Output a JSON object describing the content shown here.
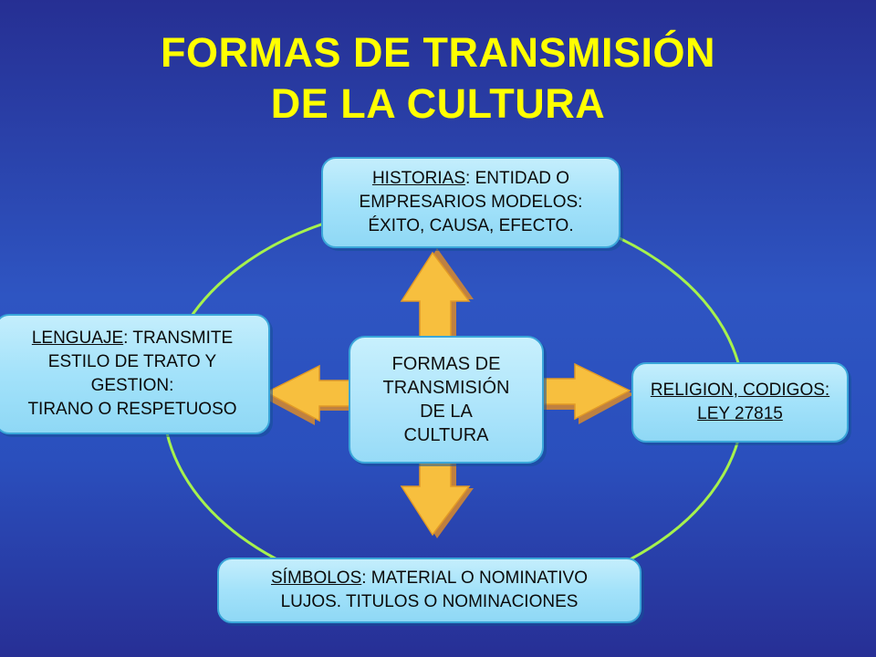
{
  "title": {
    "line1": "FORMAS DE TRANSMISIÓN",
    "line2": "DE LA CULTURA"
  },
  "colors": {
    "title": "#ffff00",
    "ring": "#a6f24d",
    "arrow": "#f7bf3e",
    "box_fill": "#a3e2fa",
    "box_border": "#3aa6d9",
    "background": "#2e55c2"
  },
  "center": {
    "lines": [
      "FORMAS DE",
      "TRANSMISIÓN",
      "DE LA",
      "CULTURA"
    ]
  },
  "top_box": {
    "label": "HISTORIAS",
    "line1_rest": ": ENTIDAD O",
    "line2": "EMPRESARIOS MODELOS:",
    "line3": "ÉXITO, CAUSA, EFECTO."
  },
  "left_box": {
    "label": "LENGUAJE",
    "line1_rest": ": TRANSMITE",
    "line2": "ESTILO DE TRATO Y",
    "line3": "GESTION:",
    "line4": "TIRANO O RESPETUOSO"
  },
  "right_box": {
    "line1": "RELIGION, CODIGOS:",
    "line2": "LEY 27815"
  },
  "bottom_box": {
    "label": "SÍMBOLOS",
    "line1_rest": ": MATERIAL O  NOMINATIVO",
    "line2": "LUJOS.  TITULOS O NOMINACIONES"
  }
}
